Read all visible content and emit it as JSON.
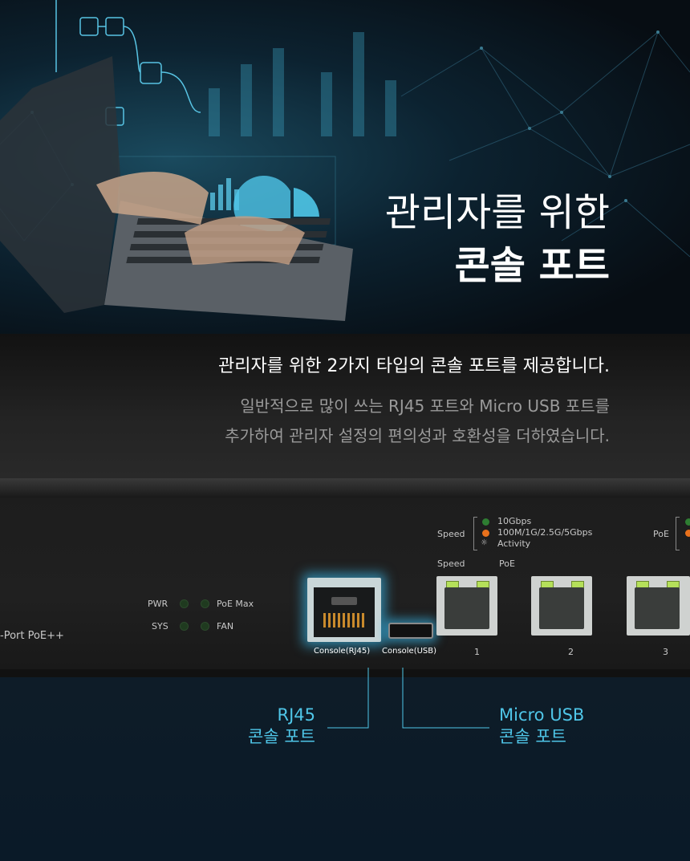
{
  "hero": {
    "title_line1": "관리자를 위한",
    "title_line2": "콘솔 포트"
  },
  "description": {
    "headline": "관리자를 위한 2가지 타입의 콘솔 포트를 제공합니다.",
    "sub_line1": "일반적으로 많이 쓰는 RJ45 포트와 Micro USB 포트를",
    "sub_line2": "추가하여 관리자 설정의 편의성과 호환성을 더하였습니다."
  },
  "device": {
    "model_text": "-Port PoE++",
    "leds": {
      "pwr": "PWR",
      "sys": "SYS",
      "poe_max": "PoE Max",
      "fan": "FAN"
    },
    "legend": {
      "speed": "Speed",
      "item1": "10Gbps",
      "item2": "100M/1G/2.5G/5Gbps",
      "item3": "Activity",
      "poe": "PoE"
    },
    "port_header": {
      "speed": "Speed",
      "poe": "PoE"
    },
    "console_rj45": "Console(RJ45)",
    "console_usb": "Console(USB)",
    "ports": [
      "1",
      "2",
      "3"
    ],
    "colors": {
      "led_green": "#2e7d32",
      "led_orange": "#e8711c",
      "glow": "#3cc8ff"
    }
  },
  "callouts": {
    "rj45_line1": "RJ45",
    "rj45_line2": "콘솔 포트",
    "usb_line1": "Micro USB",
    "usb_line2": "콘솔 포트",
    "color": "#4fc6e8"
  }
}
